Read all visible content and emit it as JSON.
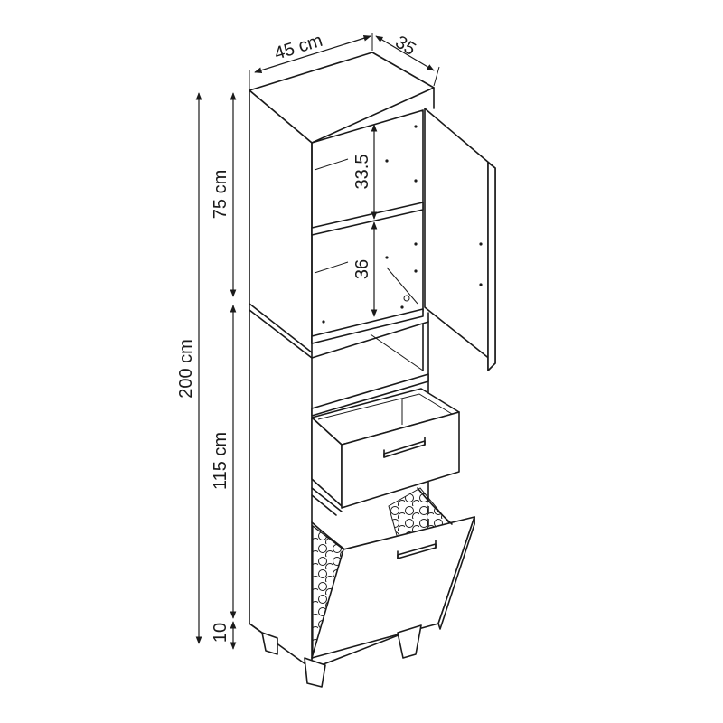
{
  "dimensions": {
    "width": "45 cm",
    "depth": "35",
    "total_height": "200 cm",
    "upper_height": "75 cm",
    "lower_height": "115 cm",
    "leg_height": "10",
    "shelf_upper": "33.5",
    "shelf_lower": "36"
  }
}
